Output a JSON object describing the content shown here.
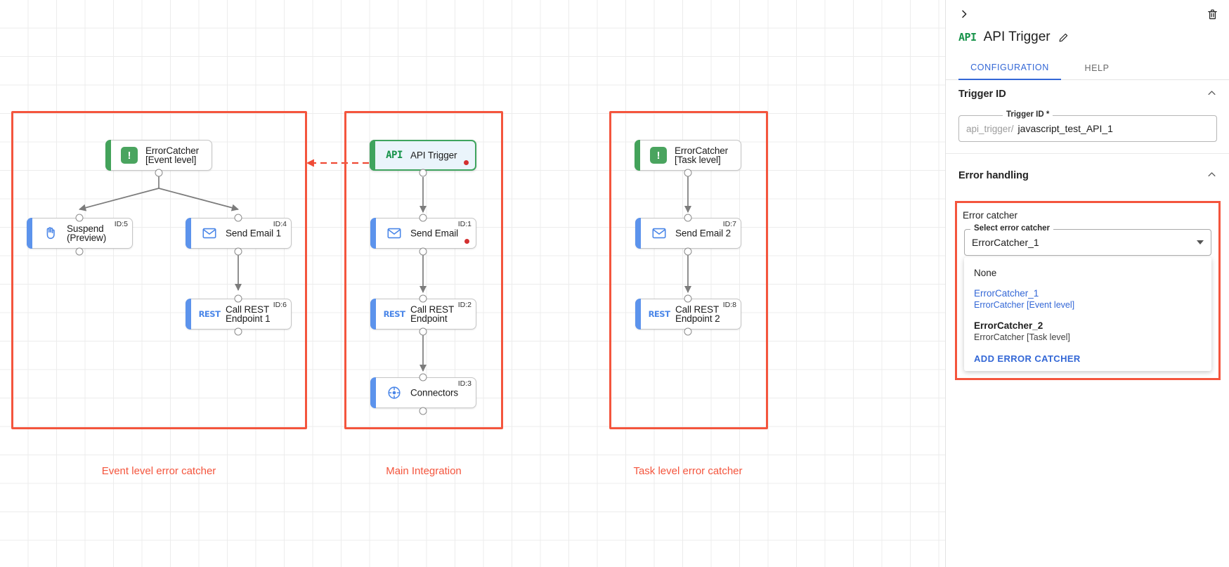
{
  "canvas": {
    "groups": [
      {
        "label": "Event level error catcher"
      },
      {
        "label": "Main Integration"
      },
      {
        "label": "Task level error catcher"
      }
    ],
    "nodes": {
      "error_catcher_event": {
        "title": "ErrorCatcher\n[Event level]",
        "icon": "error-catcher-icon",
        "id_label": ""
      },
      "suspend": {
        "title": "Suspend\n(Preview)",
        "icon": "hand-icon",
        "id_label": "ID:5"
      },
      "send_email_1": {
        "title": "Send Email 1",
        "icon": "envelope-icon",
        "id_label": "ID:4"
      },
      "call_rest_1": {
        "title": "Call REST\nEndpoint 1",
        "icon": "rest-icon",
        "id_label": "ID:6"
      },
      "api_trigger": {
        "title": "API Trigger",
        "icon": "api-icon",
        "id_label": ""
      },
      "send_email": {
        "title": "Send Email",
        "icon": "envelope-icon",
        "id_label": "ID:1"
      },
      "call_rest": {
        "title": "Call REST\nEndpoint",
        "icon": "rest-icon",
        "id_label": "ID:2"
      },
      "connectors": {
        "title": "Connectors",
        "icon": "connectors-icon",
        "id_label": "ID:3"
      },
      "error_catcher_task": {
        "title": "ErrorCatcher\n[Task level]",
        "icon": "error-catcher-icon",
        "id_label": ""
      },
      "send_email_2": {
        "title": "Send Email 2",
        "icon": "envelope-icon",
        "id_label": "ID:7"
      },
      "call_rest_2": {
        "title": "Call REST\nEndpoint 2",
        "icon": "rest-icon",
        "id_label": "ID:8"
      }
    },
    "colors": {
      "group_border": "#f4553d",
      "node_accent_blue": "#5c93ec",
      "node_accent_green": "#43a25a",
      "selected_border": "#3fa45e",
      "selected_fill": "#eaf4fb",
      "error_dot": "#d32f2f"
    }
  },
  "panel": {
    "collapse_icon": "chevron-right-icon",
    "delete_icon": "trash-icon",
    "node_icon": "api-icon",
    "title": "API Trigger",
    "edit_icon": "pencil-icon",
    "tabs": [
      {
        "label": "CONFIGURATION",
        "active": true
      },
      {
        "label": "HELP",
        "active": false
      }
    ],
    "trigger_id_section": {
      "title": "Trigger ID",
      "chevron": "chevron-up-icon",
      "field_legend": "Trigger ID *",
      "prefix": "api_trigger/",
      "value": "javascript_test_API_1"
    },
    "error_handling_section": {
      "title": "Error handling",
      "chevron": "chevron-up-icon",
      "error_catcher_label": "Error catcher",
      "select_legend": "Select error catcher",
      "select_value": "ErrorCatcher_1",
      "caret": "chevron-down-icon",
      "options": [
        {
          "main": "None",
          "sub": "",
          "selected": false,
          "bold": false
        },
        {
          "main": "ErrorCatcher_1",
          "sub": "ErrorCatcher [Event level]",
          "selected": true,
          "bold": false
        },
        {
          "main": "ErrorCatcher_2",
          "sub": "ErrorCatcher [Task level]",
          "selected": false,
          "bold": true
        }
      ],
      "add_action": "ADD ERROR CATCHER"
    }
  }
}
